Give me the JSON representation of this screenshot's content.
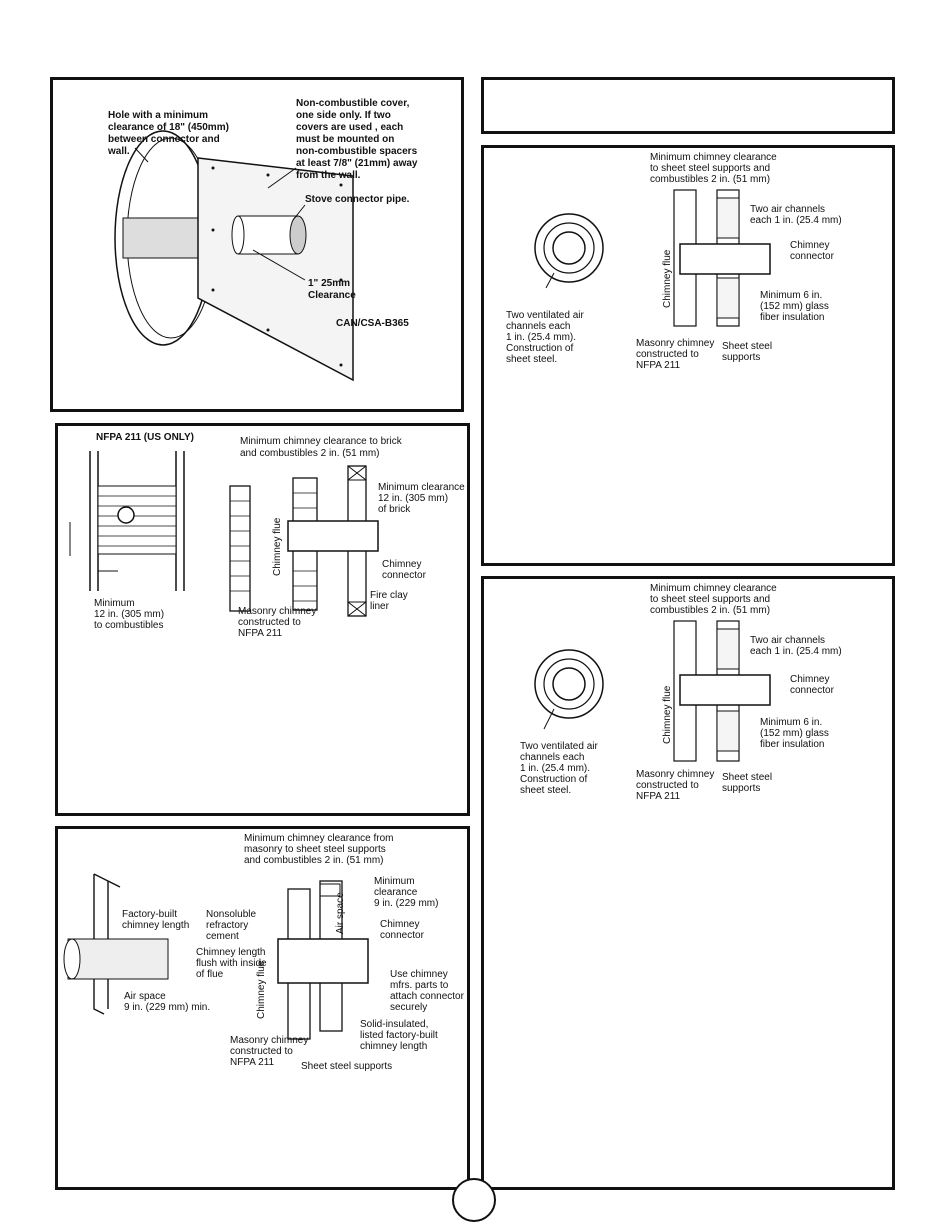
{
  "fig_a": {
    "hole_label": [
      "Hole with a minimum",
      "clearance of 18\" (450mm)",
      "between connector and",
      "wall."
    ],
    "cover_label": [
      "Non-combustible cover,",
      "one side only. If two",
      "covers are used , each",
      "must be mounted on",
      "non-combustible spacers",
      "at least 7/8\" (21mm) away",
      "from the wall."
    ],
    "pipe_label": "Stove connector pipe.",
    "clearance_label": [
      "1\" 25mm",
      "Clearance"
    ],
    "standard": "CAN/CSA-B365"
  },
  "fig_b": {
    "title": "NFPA 211 (US ONLY)",
    "min_clear_top": [
      "Minimum chimney clearance to brick",
      "and combustibles 2 in. (51 mm)"
    ],
    "min_clear_brick": [
      "Minimum clearance",
      "12 in. (305 mm)",
      "of brick"
    ],
    "chimney_flue": "Chimney flue",
    "chimney_connector": [
      "Chimney",
      "connector"
    ],
    "fire_clay": [
      "Fire clay",
      "liner"
    ],
    "minimum_combustibles": [
      "Minimum",
      "12 in. (305 mm)",
      "to combustibles"
    ],
    "masonry": [
      "Masonry chimney",
      "constructed to",
      "NFPA 211"
    ]
  },
  "fig_c": {
    "min_clear_top": [
      "Minimum chimney clearance from",
      "masonry to sheet steel supports",
      "and combustibles 2 in. (51 mm)"
    ],
    "min_clear": [
      "Minimum",
      "clearance",
      "9 in. (229 mm)"
    ],
    "air_space_vert": "Air space",
    "nonsoluble": [
      "Nonsoluble",
      "refractory",
      "cement"
    ],
    "factory_built": [
      "Factory-built",
      "chimney length"
    ],
    "chimney_length": [
      "Chimney length",
      "flush with inside",
      "of flue"
    ],
    "chimney_connector": [
      "Chimney",
      "connector"
    ],
    "use_parts": [
      "Use chimney",
      "mfrs. parts to",
      "attach connector",
      "securely"
    ],
    "air_space": [
      "Air space",
      "9 in. (229 mm) min."
    ],
    "chimney_flue": "Chimney flue",
    "solid_insulated": [
      "Solid-insulated,",
      "listed factory-built",
      "chimney length"
    ],
    "masonry": [
      "Masonry chimney",
      "constructed to",
      "NFPA 211"
    ],
    "sheet_supports": "Sheet steel supports"
  },
  "fig_d": {
    "min_clear_top": [
      "Minimum chimney clearance",
      "to sheet steel supports and",
      "combustibles 2 in. (51 mm)"
    ],
    "two_air": [
      "Two air channels",
      "each 1 in. (25.4 mm)"
    ],
    "chimney_connector": [
      "Chimney",
      "connector"
    ],
    "chimney_flue": "Chimney flue",
    "min_glass": [
      "Minimum 6 in.",
      "(152 mm) glass",
      "fiber insulation"
    ],
    "two_ventilated": [
      "Two ventilated air",
      "channels each",
      "1 in. (25.4 mm).",
      "Construction of",
      "sheet steel."
    ],
    "masonry": [
      "Masonry chimney",
      "constructed to",
      "NFPA 211"
    ],
    "sheet_supports": [
      "Sheet steel",
      "supports"
    ]
  },
  "fig_e": {
    "min_clear_top": [
      "Minimum chimney clearance",
      "to sheet steel supports and",
      "combustibles 2 in. (51 mm)"
    ],
    "two_air": [
      "Two air channels",
      "each 1 in. (25.4 mm)"
    ],
    "chimney_connector": [
      "Chimney",
      "connector"
    ],
    "chimney_flue": "Chimney flue",
    "min_glass": [
      "Minimum 6 in.",
      "(152 mm) glass",
      "fiber insulation"
    ],
    "two_ventilated": [
      "Two ventilated air",
      "channels each",
      "1 in. (25.4 mm).",
      "Construction of",
      "sheet steel."
    ],
    "masonry": [
      "Masonry chimney",
      "constructed to",
      "NFPA 211"
    ],
    "sheet_supports": [
      "Sheet steel",
      "supports"
    ]
  }
}
